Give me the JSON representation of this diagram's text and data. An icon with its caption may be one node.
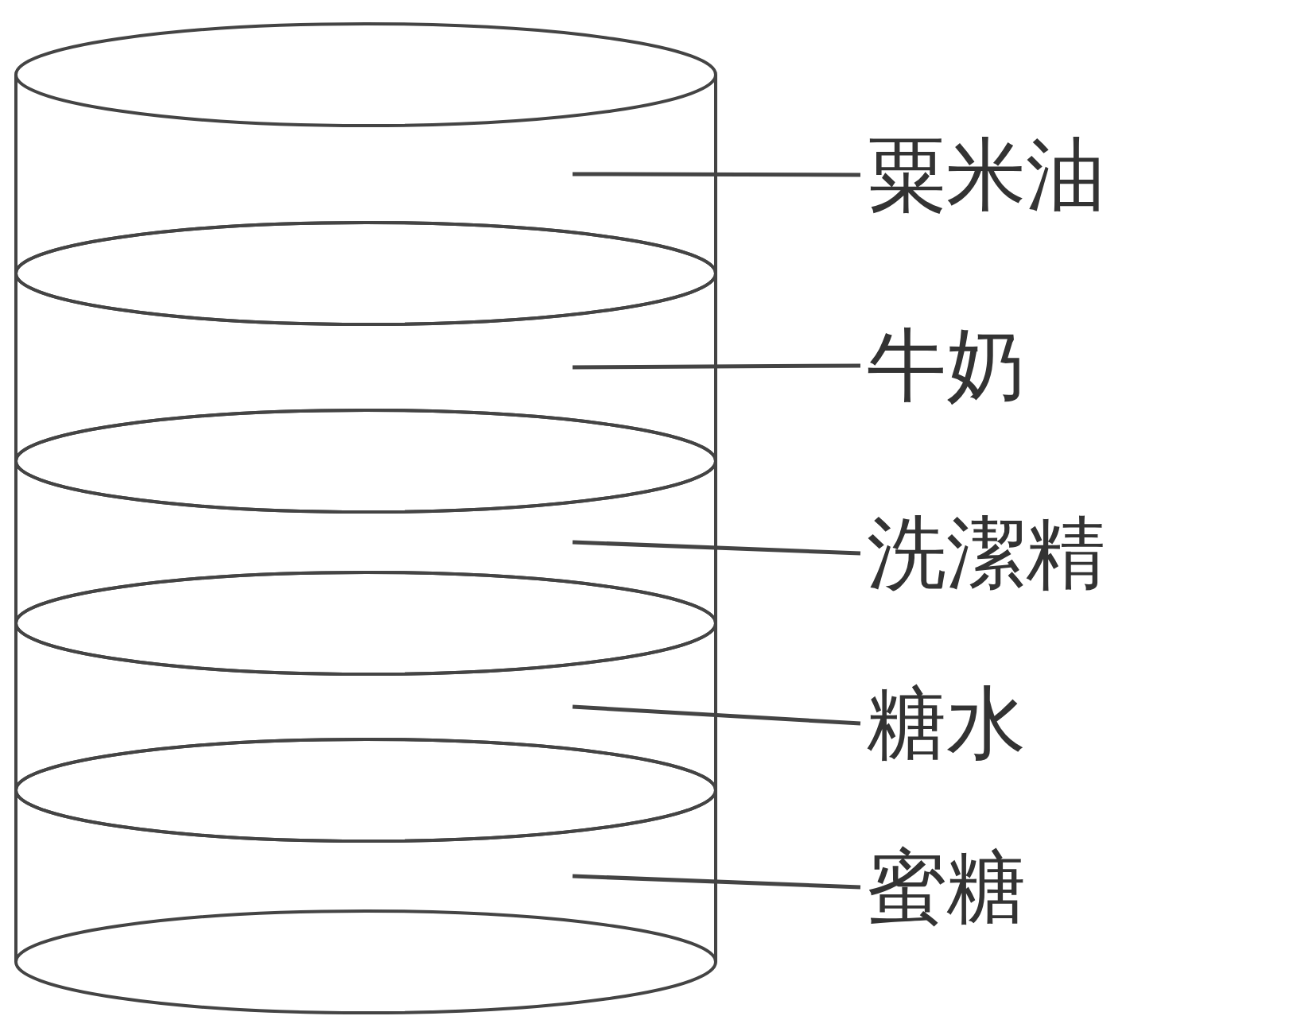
{
  "diagram": {
    "nodes": [
      {
        "text": [],
        "shape": "cylinder"
      },
      {
        "text": [],
        "shape": "cylinder"
      },
      {
        "text": [],
        "shape": "cylinder"
      },
      {
        "text": [],
        "shape": "cylinder"
      },
      {
        "text": [],
        "shape": "cylinder"
      },
      {
        "text": [
          "粟米油"
        ]
      },
      {
        "text": [
          "牛奶"
        ]
      },
      {
        "text": [
          "洗潔精"
        ]
      },
      {
        "text": [
          "糖水"
        ]
      },
      {
        "text": [
          "蜜糖"
        ]
      }
    ],
    "edges": [
      {
        "from": 5,
        "to": 0,
        "arrow": "none"
      },
      {
        "from": 6,
        "to": 1,
        "arrow": "none"
      },
      {
        "from": 7,
        "to": 2,
        "arrow": "none"
      },
      {
        "from": 8,
        "to": 3,
        "arrow": "none"
      },
      {
        "from": 9,
        "to": 4,
        "arrow": "none"
      }
    ]
  }
}
